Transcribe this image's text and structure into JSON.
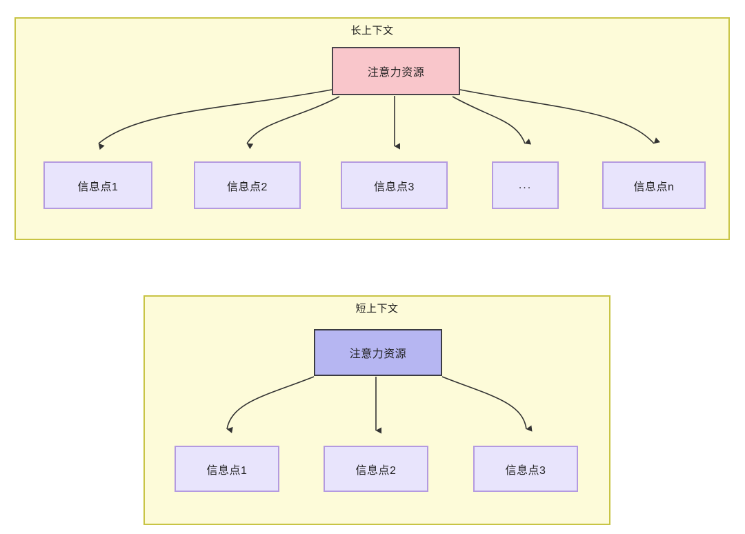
{
  "diagram": {
    "type": "flowchart",
    "background_color": "#ffffff",
    "panels": [
      {
        "id": "long-context",
        "title": "长上下文",
        "fill_color": "#fdfbd9",
        "border_color": "#c8c445",
        "root": {
          "label": "注意力资源",
          "fill_color": "#f9c6cb",
          "border_color": "#49434a"
        },
        "children": [
          {
            "label": "信息点1",
            "fill_color": "#e8e4fc",
            "border_color": "#b49ae0"
          },
          {
            "label": "信息点2",
            "fill_color": "#e8e4fc",
            "border_color": "#b49ae0"
          },
          {
            "label": "信息点3",
            "fill_color": "#e8e4fc",
            "border_color": "#b49ae0"
          },
          {
            "label": "...",
            "fill_color": "#e8e4fc",
            "border_color": "#b49ae0"
          },
          {
            "label": "信息点n",
            "fill_color": "#e8e4fc",
            "border_color": "#b49ae0"
          }
        ]
      },
      {
        "id": "short-context",
        "title": "短上下文",
        "fill_color": "#fdfbd9",
        "border_color": "#c8c445",
        "root": {
          "label": "注意力资源",
          "fill_color": "#b6b6f2",
          "border_color": "#3b3b42"
        },
        "children": [
          {
            "label": "信息点1",
            "fill_color": "#e8e4fc",
            "border_color": "#b49ae0"
          },
          {
            "label": "信息点2",
            "fill_color": "#e8e4fc",
            "border_color": "#b49ae0"
          },
          {
            "label": "信息点3",
            "fill_color": "#e8e4fc",
            "border_color": "#b49ae0"
          }
        ]
      }
    ],
    "edge_color": "#333333",
    "arrowhead": "filled-triangle-down"
  }
}
